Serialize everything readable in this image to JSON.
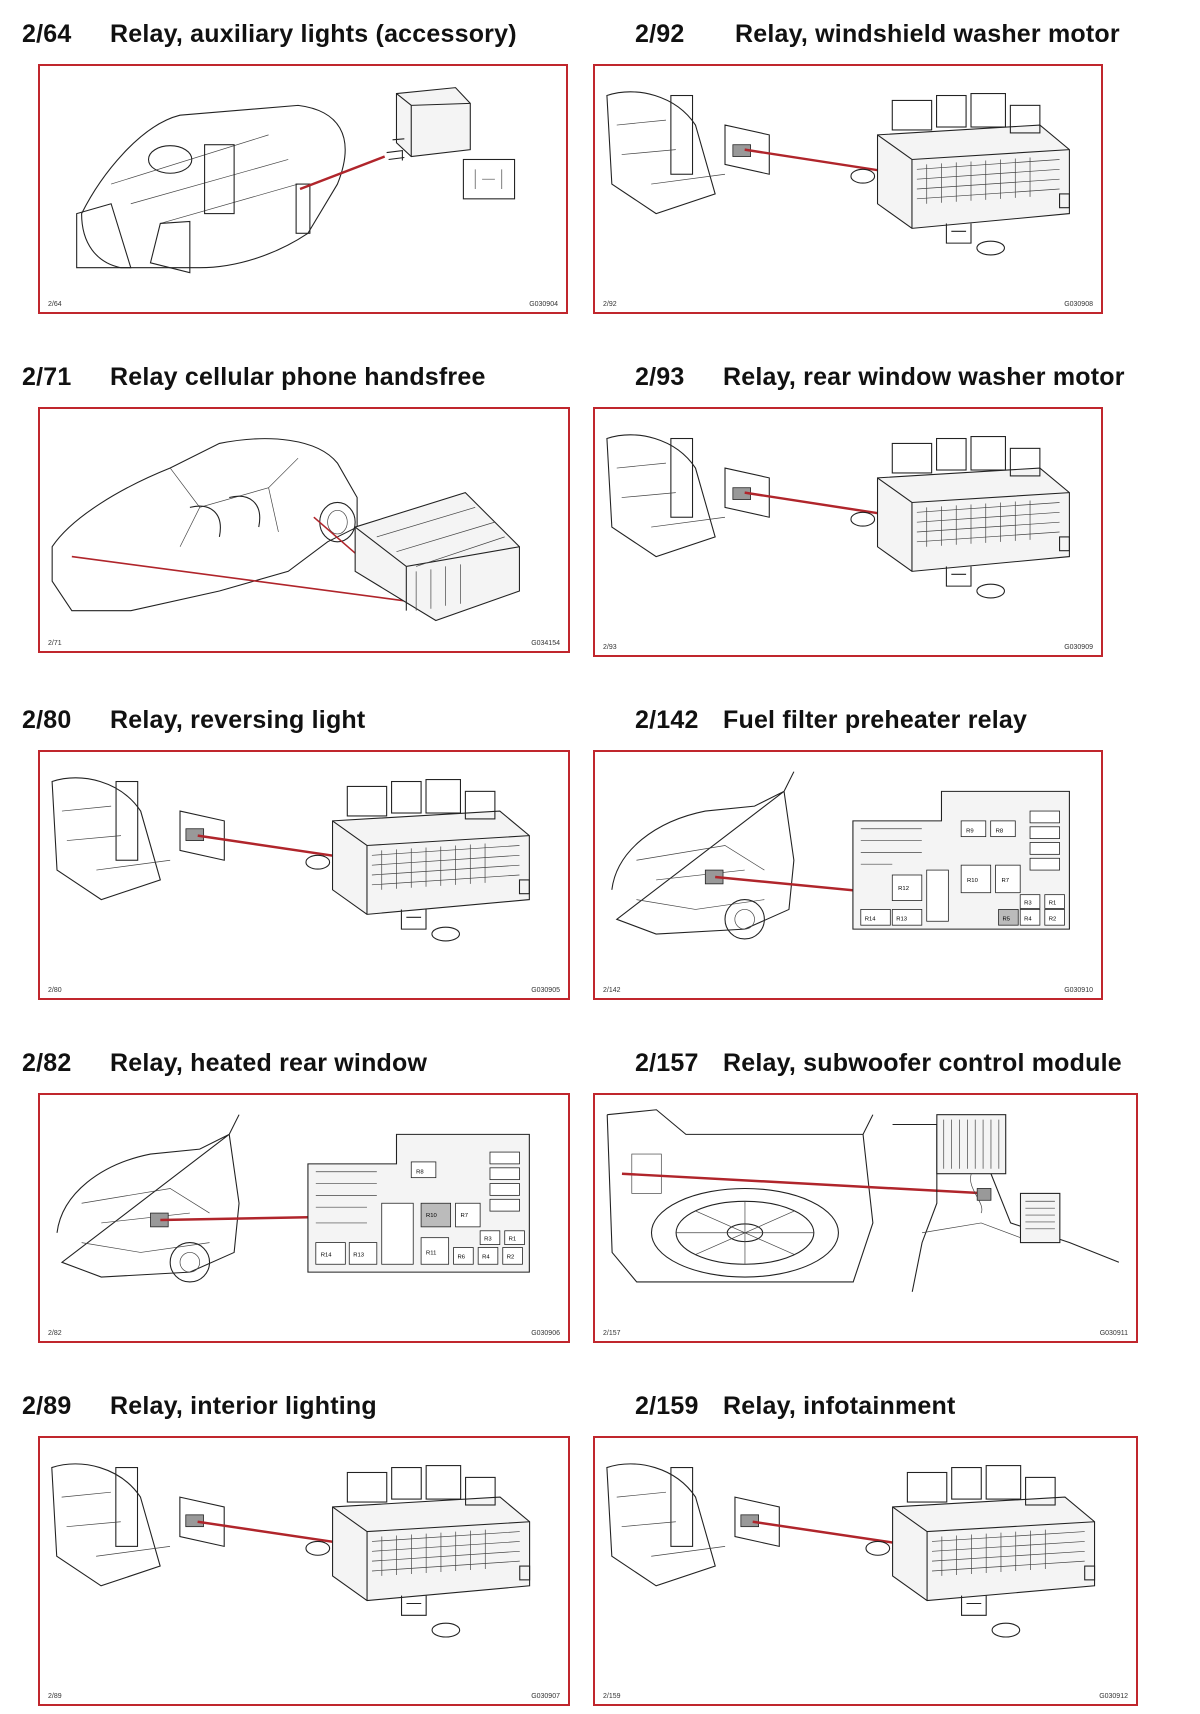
{
  "entries": [
    {
      "code": "2/64",
      "title": "Relay, auxiliary lights (accessory)",
      "ref": "2/64",
      "fig_id": "G030904",
      "art": "dash"
    },
    {
      "code": "2/92",
      "title": "Relay, windshield washer motor",
      "ref": "2/92",
      "fig_id": "G030908",
      "art": "cabin-box"
    },
    {
      "code": "2/71",
      "title": "Relay cellular phone handsfree",
      "ref": "2/71",
      "fig_id": "G034154",
      "art": "car-connector"
    },
    {
      "code": "2/93",
      "title": "Relay, rear window washer motor",
      "ref": "2/93",
      "fig_id": "G030909",
      "art": "cabin-box"
    },
    {
      "code": "2/80",
      "title": "Relay, reversing light",
      "ref": "2/80",
      "fig_id": "G030905",
      "art": "cabin-box"
    },
    {
      "code": "2/142",
      "title": "Fuel filter preheater relay",
      "ref": "2/142",
      "fig_id": "G030910",
      "art": "engine-grid"
    },
    {
      "code": "2/82",
      "title": "Relay, heated rear window",
      "ref": "2/82",
      "fig_id": "G030906",
      "art": "engine-grid"
    },
    {
      "code": "2/157",
      "title": "Relay, subwoofer control module",
      "ref": "2/157",
      "fig_id": "G030911",
      "art": "trunk"
    },
    {
      "code": "2/89",
      "title": "Relay, interior lighting",
      "ref": "2/89",
      "fig_id": "G030907",
      "art": "cabin-box"
    },
    {
      "code": "2/159",
      "title": "Relay, infotainment",
      "ref": "2/159",
      "fig_id": "G030912",
      "art": "cabin-box"
    }
  ],
  "relay_grid_labels": {
    "r9": "R9",
    "r8": "R8",
    "r12": "R12",
    "r10": "R10",
    "r7": "R7",
    "r3": "R3",
    "r1": "R1",
    "r14": "R14",
    "r13": "R13",
    "r11": "R11",
    "r6": "R6",
    "r5": "R5",
    "r4": "R4",
    "r2": "R2"
  },
  "colors": {
    "frame": "#c0262d",
    "pointer": "#b0252b"
  }
}
